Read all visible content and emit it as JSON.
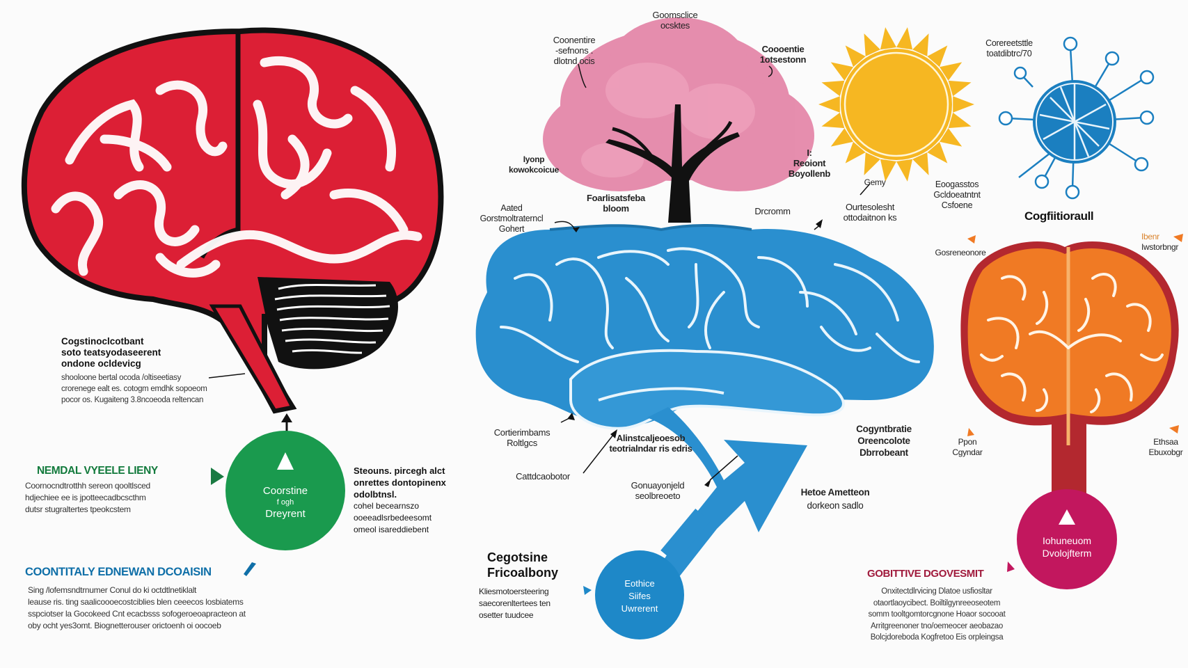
{
  "colors": {
    "red_brain": "#dc1f35",
    "blue_brain": "#2a8fcf",
    "orange_brain": "#f07a24",
    "green_circle": "#1a9a4e",
    "blue_circle": "#1e88c8",
    "magenta_circle": "#c2175e",
    "sun": "#f6b722",
    "tree_pink": "#e27aa0",
    "network_blue": "#1b7fc0",
    "green_heading": "#127a3c",
    "blue_heading": "#0f6fa8",
    "maroon_heading": "#a01a3c"
  },
  "left_section": {
    "brain_caption": {
      "lines": [
        "Cogstinoclcotbant",
        "soto teatsyodaseerent",
        "ondone ocldevicg"
      ],
      "detail_lines": [
        "shooloone bertal ocoda /oltiseetiasy",
        "crorenege ealt es. cotogm emdhk sopoeom",
        "pocor os. Kugaiteng 3.8ncoeoda reltencan"
      ]
    },
    "green_circle": {
      "icon": "triangle-icon",
      "lines": [
        "Coorstine",
        "f ogh",
        "Dreyrent"
      ]
    },
    "neural_section": {
      "heading": "NEMDAL VYEELE LIENY",
      "lines": [
        "Coornocndtrotthh sereon qooltlsced",
        "hdjechiee ee is jpotteecadbcscthm",
        "dutsr stugraltertes tpeokcstem"
      ]
    },
    "right_of_green": {
      "lines_bold": [
        "Steouns. pircegh alct",
        "onrettes dontopinenx",
        "odolbtnsl."
      ],
      "lines": [
        "cohel becearnszo",
        "ooeeadlsrbedeesomt",
        "omeol isareddiebent"
      ]
    },
    "cognitive_section": {
      "heading": "COONTITALY EDNEWAN DCOAISIN",
      "lines": [
        "Sing /lofemsndtrnumer Conul do ki octdtlnetiklalt",
        "leause ris. ting saalicoooecostciblies blen ceeecos losbiatems",
        "sspciotser la Gocokeed Cnt ecacbsss sofogeroeoapracteon at",
        "oby ocht yes3omt. Biognetterouser orictoenh oi oocoeb"
      ]
    }
  },
  "middle_section": {
    "tree_labels": {
      "top": [
        "Goomsclice",
        "ocsktes"
      ],
      "upper_left": [
        "Coonentire",
        "-sefnons .",
        "dlotnd ocis"
      ],
      "upper_right": [
        "Coooentie",
        "1otsestonn"
      ],
      "mid_left": [
        "Iyonp",
        "kowokcoicue"
      ],
      "mid_right": [
        "I:",
        "Reoiont",
        "Boyollenb"
      ],
      "trunk_left": [
        "Foarlisatsfeba",
        "bloom"
      ]
    },
    "blue_brain_labels": {
      "top_left": [
        "Aated",
        "Gorstmoltraterncl",
        "Gohert"
      ],
      "top_center": [
        "Drcromm"
      ],
      "top_right": [
        "Ourtesolesht",
        "ottodaitnon ks"
      ],
      "bottom_left": [
        "Cortierimbams",
        "Roltlgcs"
      ],
      "bottom_left2": [
        "Cattdcaobotor"
      ],
      "bottom_center": [
        "Alinstcaljeoesob",
        "teotrialndar ris edris"
      ],
      "bottom_center2": [
        "Gonuayonjeld",
        "seolbreoeto"
      ],
      "right": [
        "Cogyntbratie",
        "Oreencolote",
        "Dbrrobeant"
      ],
      "arrow_tip": [
        "Hetoe Ametteon",
        "dorkeon sadlo"
      ]
    },
    "blue_circle": {
      "lines": [
        "Eothice",
        "Siifes",
        "Uwrerent"
      ]
    },
    "facets": {
      "heading_lines": [
        "Cegotsine",
        "Fricoalbony"
      ],
      "lines": [
        "Kliesmotoersteering",
        "saecorenltertees ten",
        "osetter tuudcee"
      ]
    }
  },
  "right_section": {
    "sun_labels": {
      "below_left": [
        "Gemy"
      ],
      "below_right": [
        "Eoogasstos",
        "Gcldoeatntnt",
        "Csfoene"
      ]
    },
    "network_label": [
      "Corereetsttle",
      "toatdibtrc/70"
    ],
    "orange_brain_title": "Cogfiitioraull",
    "orange_brain_labels": {
      "upper_left": [
        "Gosreneonore"
      ],
      "upper_right": [
        "Ibenr",
        "Iwstorbngr"
      ],
      "lower_left": [
        "Ppon",
        "Cgyndar"
      ],
      "lower_right": [
        "Ethsaa",
        "Ebuxobgr"
      ]
    },
    "magenta_circle": {
      "icon": "triangle-icon",
      "lines": [
        "Iohuneuom",
        "Dvolojfterm"
      ]
    },
    "cognitive_dev": {
      "heading": "GOBITTIVE DGOVESMIT",
      "lines": [
        "Onxitectdlrvicing  Dlatoe usfiosltar",
        "otaortlaoycibect. Boiltilgynreeoseotem",
        "somm tooltgomtorcgnone Hoaor socooat",
        "Arritgreenoner tno/oemeocer aeobazao",
        "Bolcjdoreboda Kogfretoo Eis orpleingsa"
      ]
    }
  }
}
